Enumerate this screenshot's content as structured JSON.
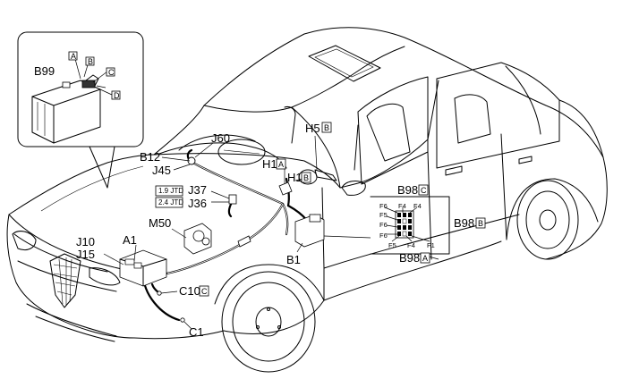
{
  "diagram": {
    "labels": {
      "B99": "B99",
      "A_tag": "A",
      "B_tag": "B",
      "C_tag": "C",
      "D_tag": "D",
      "B12": "B12",
      "J60": "J60",
      "J45": "J45",
      "H5": "H5",
      "H5_tag": "B",
      "H1A": "H1",
      "H1A_tag": "A",
      "H1B": "H1",
      "H1B_tag": "B",
      "J37": "J37",
      "J36": "J36",
      "jtd19": "1.9 JTD",
      "jtd24": "2.4 JTD",
      "M50": "M50",
      "A1": "A1",
      "J10": "J10",
      "J15": "J15",
      "C10": "C10",
      "C10_tag": "C",
      "C1": "C1",
      "B1": "B1",
      "B98C": "B98",
      "B98C_tag": "C",
      "B98B": "B98",
      "B98B_tag": "B",
      "B98A": "B98",
      "B98A_tag": "A"
    },
    "fuses": {
      "f_top1": "F6",
      "f_top2": "F4",
      "f_top3": "F4",
      "f_l1": "F5",
      "f_l2": "F6",
      "f_l3": "F6",
      "f_bot1": "F5",
      "f_bot2": "F4",
      "f_bot3": "F1"
    }
  }
}
